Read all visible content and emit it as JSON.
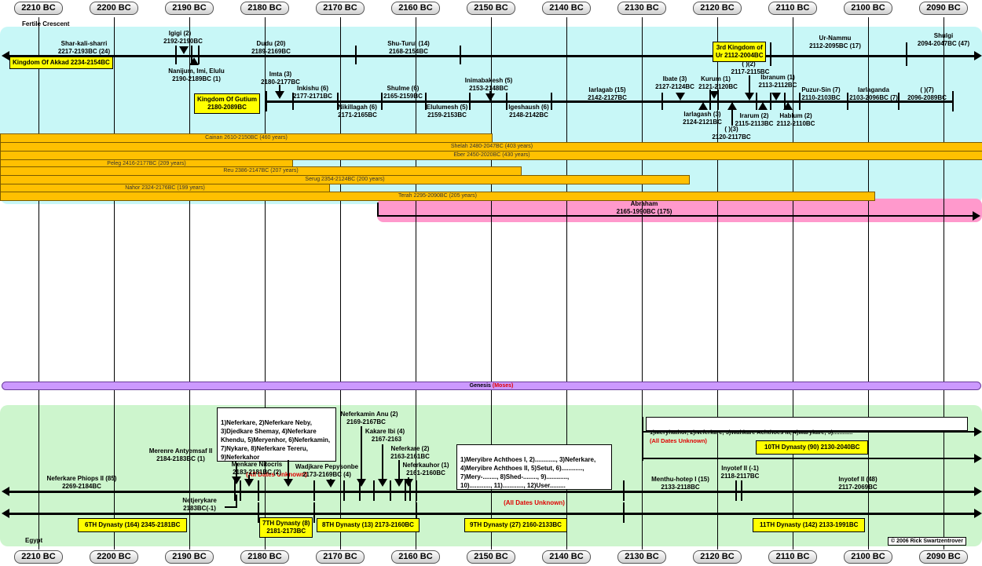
{
  "years": [
    "2210 BC",
    "2200 BC",
    "2190 BC",
    "2180 BC",
    "2170 BC",
    "2160 BC",
    "2150 BC",
    "2140 BC",
    "2130 BC",
    "2120 BC",
    "2110 BC",
    "2100 BC",
    "2090 BC"
  ],
  "regions": {
    "fertile_crescent": "Fertile Crescent",
    "egypt": "Egypt"
  },
  "colors": {
    "fertile": "#c8f7f7",
    "egypt": "#cdf5cd",
    "abraham": "#ff99cc",
    "genesis": "#cc99ff",
    "genealogy": "#ffc000",
    "box": "#ffff00"
  },
  "mesopotamia": {
    "akkad_box": "Kingdom Of Akkad 2234-2154BC",
    "shar": [
      "Shar-kali-sharri",
      "2217-2193BC (24)"
    ],
    "igigi": [
      "Igigi (2)",
      "2192-2190BC"
    ],
    "nanijum": [
      "Nanijum, Imi, Elulu",
      "2190-2189BC (1)"
    ],
    "dudu": [
      "Dudu (20)",
      "2189-2169BC"
    ],
    "shuturul": [
      "Shu-Turul (14)",
      "2168-2154BC"
    ],
    "ur_box": [
      "3rd Kingdom of",
      "Ur 2112-2004BC"
    ],
    "urnammu": [
      "Ur-Nammu",
      "2112-2095BC (17)"
    ],
    "shulgi": [
      "Shulgi",
      "2094-2047BC (47)"
    ],
    "gutium_box": [
      "Kingdom Of Gutium",
      "2180-2089BC"
    ],
    "imta": [
      "Imta (3)",
      "2180-2177BC"
    ],
    "inkishu": [
      "Inkishu (6)",
      "2177-2171BC"
    ],
    "nikillagah": [
      "Nikillagah (6)",
      "2171-2165BC"
    ],
    "shulme": [
      "Shulme (6)",
      "2165-2159BC"
    ],
    "elulumesh": [
      "Elulumesh (5)",
      "2159-2153BC"
    ],
    "inimabakesh": [
      "Inimabakesh (5)",
      "2153-2148BC"
    ],
    "igeshaush": [
      "Igeshaush (6)",
      "2148-2142BC"
    ],
    "iarlagab": [
      "Iarlagab (15)",
      "2142-2127BC"
    ],
    "ibate": [
      "Ibate (3)",
      "2127-2124BC"
    ],
    "iarlagash": [
      "Iarlagash (3)",
      "2124-2121BC"
    ],
    "kurum": [
      "Kurum (1)",
      "2121-2120BC"
    ],
    "blank3": [
      "(  )(3)",
      "2120-2117BC"
    ],
    "blank2": [
      "(  )(2)",
      "2117-2115BC"
    ],
    "irarum": [
      "Irarum (2)",
      "2115-2113BC"
    ],
    "ibranum": [
      "Ibranum (1)",
      "2113-2112BC"
    ],
    "hablum": [
      "Hablum (2)",
      "2112-2110BC"
    ],
    "puzursin": [
      "Puzur-Sin (7)",
      "2110-2103BC"
    ],
    "iarlaganda": [
      "Iarlaganda",
      "2103-2096BC (7)"
    ],
    "blank7": [
      "(  )(7)",
      "2096-2089BC"
    ]
  },
  "genealogy": [
    "Cainan 2610-2150BC (460 years)",
    "Shelah 2480-2047BC (403 years)",
    "Eber 2450-2020BC (430 years)",
    "Peleg 2416-2177BC (209 years)",
    "Reu 2386-2147BC (207 years)",
    "Serug 2354-2124BC (200 years)",
    "Nahor 2324-2176BC (199 years)",
    "Terah 2295-2090BC (205 years)"
  ],
  "abraham": [
    "Abraham",
    "2165-1990BC (175)"
  ],
  "genesis": {
    "label": "Genesis",
    "note": "(Moses)"
  },
  "egypt": {
    "list_a": "1)Neferkare, 2)Neferkare Neby,\n3)Djedkare Shemay, 4)Neferkare\nKhendu, 5)Meryenhor, 6)Neferkamin,\n7)Nykare, 8)Neferkare Tereru,\n9)Neferkahor",
    "list_a_unknown": "(All Dates Unknown)",
    "list_b": "1)Meryibre Achthoes I, 2)............, 3)Neferkare,\n4)Meryibre Achthoes II, 5)Setut, 6)............,\n7)Mery-........, 8)Shed-........, 9)............,\n10)............, 11)............, 12)User.........",
    "list_b_unknown": "(All Dates Unknown)",
    "list_c": "1)Meryhathor, 2)Neferkare, 3)Wahkare Achthoes III, 4)Marykare,      5)............",
    "list_c_unknown": "(All Dates Unknown)",
    "merenre": [
      "Merenre Antyemsaf II",
      "2184-2183BC (1)"
    ],
    "menkare": [
      "Menkare Nitocris",
      "2183-2181BC (2)"
    ],
    "wadjkare": [
      "Wadjkare Pepysonbe",
      "2173-2169BC (4)"
    ],
    "neferkamin": [
      "Neferkamin Anu (2)",
      "2169-2167BC"
    ],
    "kakare": [
      "Kakare Ibi (4)",
      "2167-2163"
    ],
    "neferkare2": [
      "Neferkare (2)",
      "2163-2161BC"
    ],
    "neferkauhor": [
      "Neferkauhor (1)",
      "2161-2160BC"
    ],
    "phiops": [
      "Neferkare Phiops II (85)",
      "2269-2184BC"
    ],
    "netjerykare": [
      "Netjerykare",
      "2183BC(-1)"
    ],
    "menthu": [
      "Menthu-hotep I (15)",
      "2133-2118BC"
    ],
    "inyotef1": [
      "Inyotef II (-1)",
      "2118-2117BC"
    ],
    "inyotef2": [
      "Inyotef II (48)",
      "2117-2069BC"
    ],
    "dyn10": "10TH Dynasty (90) 2130-2040BC",
    "dyn6": "6TH Dynasty (164) 2345-2181BC",
    "dyn7": [
      "7TH Dynasty (8)",
      "2181-2173BC"
    ],
    "dyn8": "8TH Dynasty (13) 2173-2160BC",
    "dyn9": "9TH Dynasty (27) 2160-2133BC",
    "dyn11": "11TH Dynasty (142) 2133-1991BC"
  },
  "copyright": "© 2006 Rick Swartzentrover"
}
